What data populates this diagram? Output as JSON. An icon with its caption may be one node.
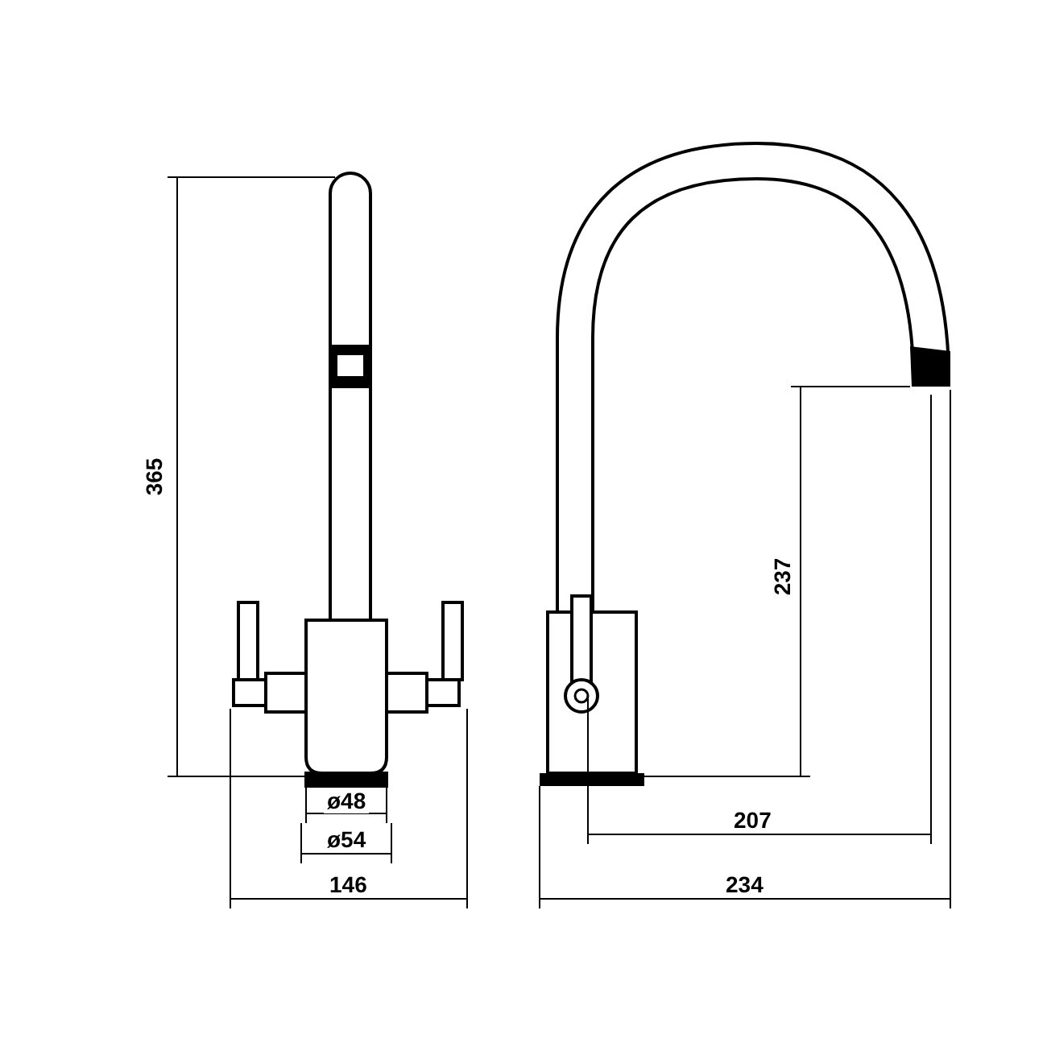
{
  "diagram": {
    "labels": [
      "365",
      "237",
      "ø48",
      "207",
      "ø54",
      "146",
      "234"
    ]
  }
}
